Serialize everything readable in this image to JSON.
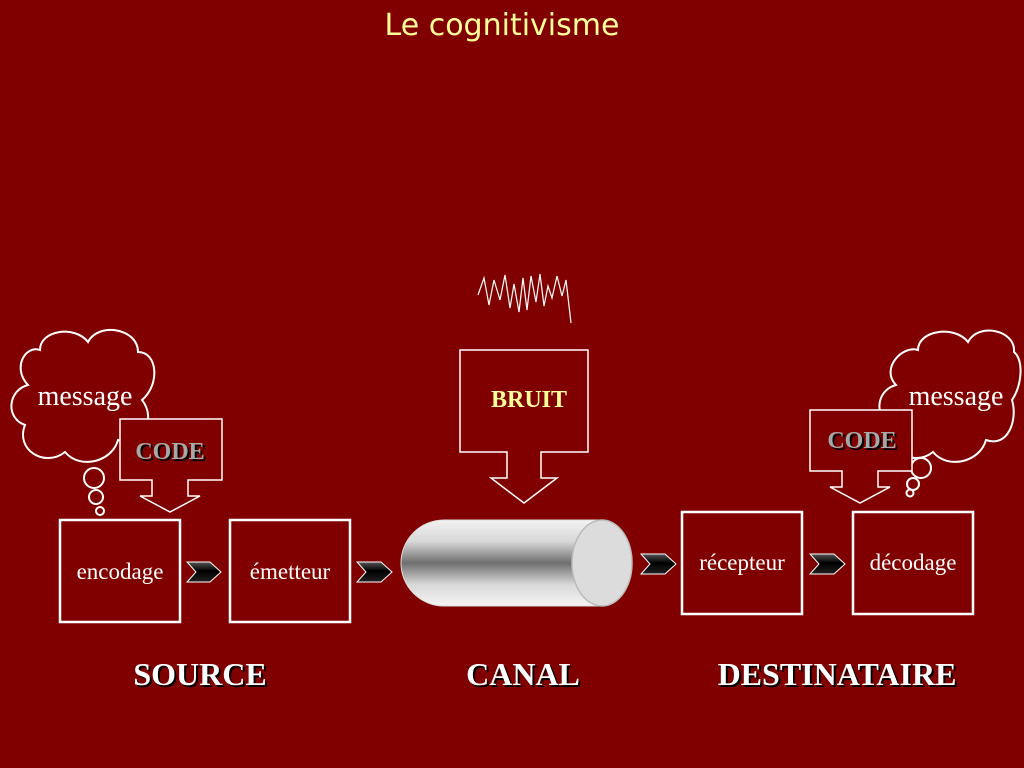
{
  "title": "Le cognitivisme",
  "source": {
    "label": "SOURCE",
    "thought": "message",
    "code": "CODE",
    "boxes": [
      "encodage",
      "émetteur"
    ]
  },
  "canal": {
    "label": "CANAL",
    "noise": "BRUIT"
  },
  "destinataire": {
    "label": "DESTINATAIRE",
    "thought": "message",
    "code": "CODE",
    "boxes": [
      "récepteur",
      "décodage"
    ]
  },
  "colors": {
    "background": "#800000",
    "title": "#ffff99",
    "noise_label": "#ffff99",
    "code_label": "#a8a8a8",
    "stroke": "#ffffff"
  }
}
